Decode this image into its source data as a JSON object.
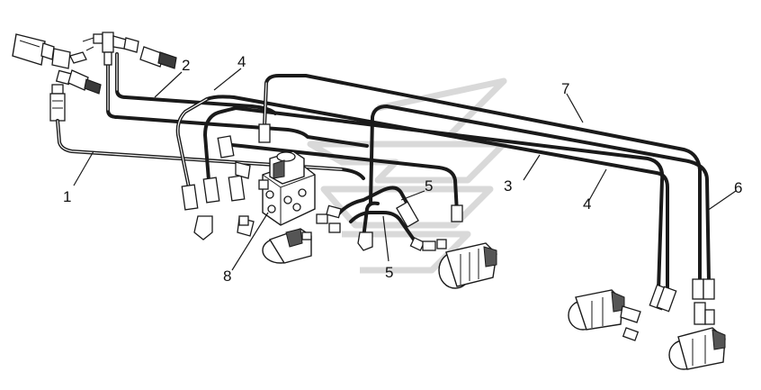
{
  "diagram": {
    "callouts": {
      "c1": "1",
      "c2": "2",
      "c3": "3",
      "c4a": "4",
      "c4b": "4",
      "c5a": "5",
      "c5b": "5",
      "c6": "6",
      "c7": "7",
      "c8": "8"
    },
    "colors": {
      "line": "#1a1a1a",
      "watermark": "#d9d9d9",
      "background": "#ffffff"
    }
  }
}
